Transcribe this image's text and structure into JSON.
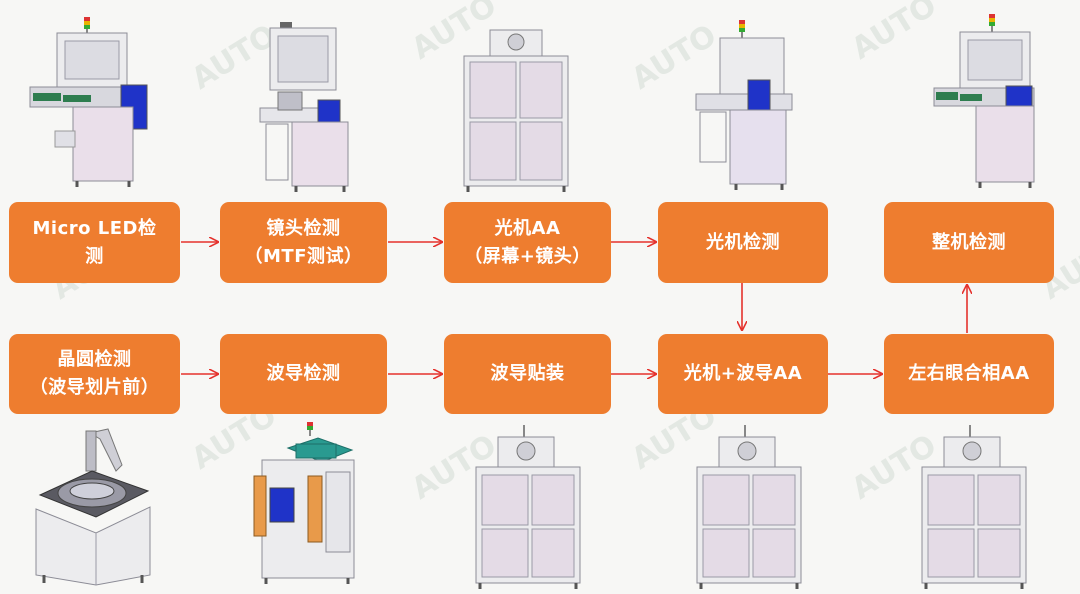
{
  "colors": {
    "box_fill": "#ee7d2f",
    "box_text": "#ffffff",
    "arrow": "#e5322d",
    "watermark": "#e3e8e3",
    "machine_panel": "#e9e0ea",
    "machine_frame": "#8c8c96",
    "screen": "#2b3bd4",
    "teal_top": "#2a9a90"
  },
  "watermark_text": "AUTO",
  "steps": {
    "micro_led": {
      "line1": "Micro LED检",
      "line2": "测"
    },
    "lens": {
      "line1": "镜头检测",
      "line2": "（MTF测试）"
    },
    "optical_aa": {
      "line1": "光机AA",
      "line2": "（屏幕+镜头）"
    },
    "optical_test": {
      "line1": "光机检测"
    },
    "complete_test": {
      "line1": "整机检测"
    },
    "wafer": {
      "line1": "晶圆检测",
      "line2": "（波导划片前）"
    },
    "waveguide_test": {
      "line1": "波导检测"
    },
    "waveguide_mount": {
      "line1": "波导贴装"
    },
    "optical_wg_aa": {
      "line1": "光机+波导AA"
    },
    "binocular_aa": {
      "line1": "左右眼合相AA"
    }
  }
}
